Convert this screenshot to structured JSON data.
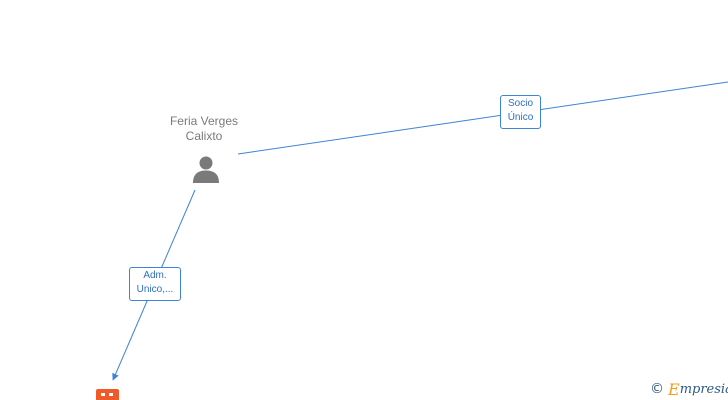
{
  "person": {
    "name_line1": "Feria Verges",
    "name_line2": "Calixto",
    "icon": "person-icon"
  },
  "relations": [
    {
      "line1": "Socio",
      "line2": "Único"
    },
    {
      "line1": "Adm.",
      "line2": "Unico,..."
    }
  ],
  "company": {
    "icon": "company-building-icon"
  },
  "watermark": {
    "symbol": "©",
    "brand_initial": "E",
    "brand_rest": "mpresia"
  },
  "colors": {
    "link": "#3d83d6",
    "label_text": "#2c6fc2",
    "person": "#7a7a7a",
    "company": "#f05a28"
  }
}
